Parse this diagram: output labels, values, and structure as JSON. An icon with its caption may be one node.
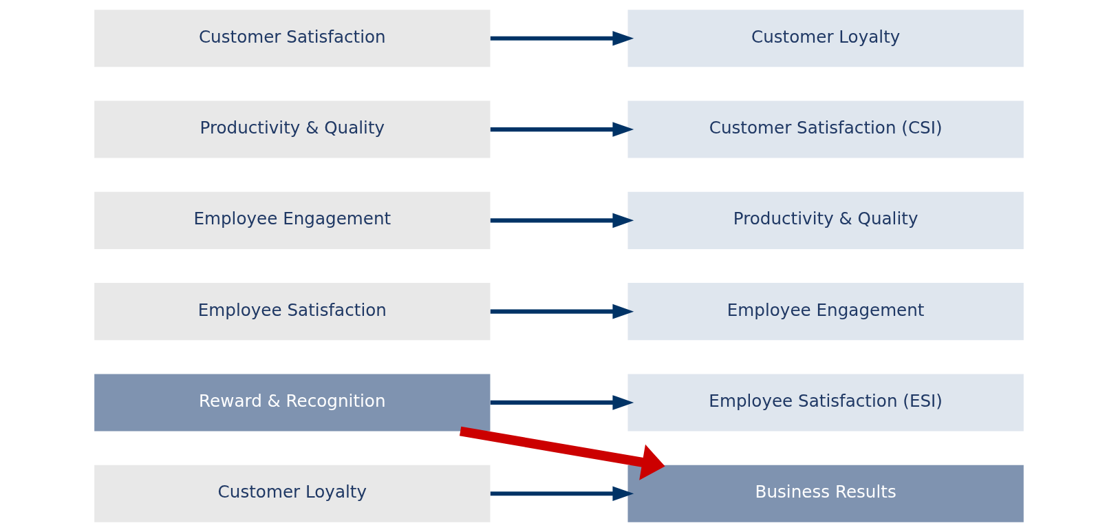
{
  "diagram": {
    "nodes": [
      {
        "text": [
          "Reward & Recognition"
        ]
      },
      {
        "text": [
          "Employee Satisfaction"
        ]
      },
      {
        "text": [
          "Employee Engagement"
        ]
      },
      {
        "text": [
          "Productivity & Quality"
        ]
      },
      {
        "text": [
          "Customer Satisfaction"
        ]
      },
      {
        "text": [
          "Customer Loyalty"
        ]
      },
      {
        "text": [
          "Employee Satisfaction (ESI)"
        ]
      },
      {
        "text": [
          "Employee Engagement"
        ]
      },
      {
        "text": [
          "Productivity & Quality"
        ]
      },
      {
        "text": [
          "Customer Satisfaction (CSI)"
        ]
      },
      {
        "text": [
          "Customer Loyalty"
        ]
      },
      {
        "text": [
          "Business Results"
        ]
      }
    ],
    "edges": [
      {
        "from": 0,
        "to": 6,
        "arrow": "to"
      },
      {
        "from": 1,
        "to": 7,
        "arrow": "to"
      },
      {
        "from": 2,
        "to": 8,
        "arrow": "to"
      },
      {
        "from": 3,
        "to": 9,
        "arrow": "to"
      },
      {
        "from": 4,
        "to": 10,
        "arrow": "to"
      },
      {
        "from": 5,
        "to": 11,
        "arrow": "to"
      },
      {
        "from": 0,
        "to": 11,
        "arrow": "to",
        "style": "thick",
        "color": "#cc0000"
      }
    ]
  }
}
